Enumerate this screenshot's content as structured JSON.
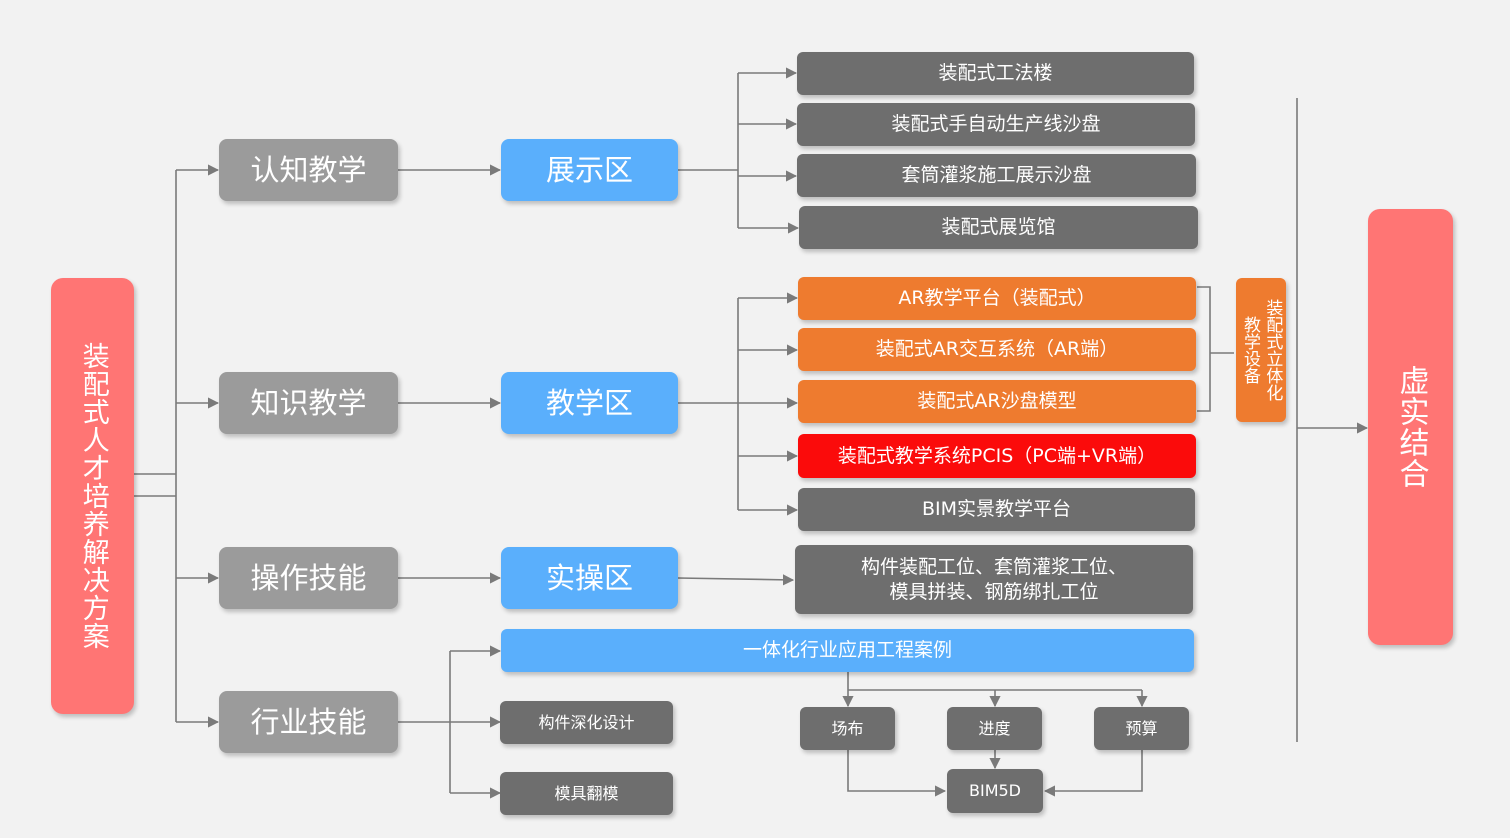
{
  "root": {
    "label": "装配式人才培养解决方案",
    "color": "#ff7574"
  },
  "result": {
    "label": "虚实结合",
    "color": "#ff7574"
  },
  "equipment_tag": {
    "line1": "装配式立体化",
    "line2": "教学设备",
    "color": "#ee7b2f"
  },
  "categories": [
    {
      "label": "认知教学"
    },
    {
      "label": "知识教学"
    },
    {
      "label": "操作技能"
    },
    {
      "label": "行业技能"
    }
  ],
  "zones": [
    {
      "label": "展示区"
    },
    {
      "label": "教学区"
    },
    {
      "label": "实操区"
    }
  ],
  "showcase_items": [
    {
      "label": "装配式工法楼"
    },
    {
      "label": "装配式手自动生产线沙盘"
    },
    {
      "label": "套筒灌浆施工展示沙盘"
    },
    {
      "label": "装配式展览馆"
    }
  ],
  "teaching_items": [
    {
      "label": "AR教学平台（装配式）"
    },
    {
      "label": "装配式AR交互系统（AR端）"
    },
    {
      "label": "装配式AR沙盘模型"
    },
    {
      "label": "装配式教学系统PCIS（PC端+VR端）"
    },
    {
      "label": "BIM实景教学平台"
    }
  ],
  "practice_item": {
    "line1": "构件装配工位、套筒灌浆工位、",
    "line2": "模具拼装、钢筋绑扎工位"
  },
  "industry": {
    "case": "一体化行业应用工程案例",
    "design": "构件深化设计",
    "mold": "模具翻模",
    "layout": "场布",
    "progress": "进度",
    "budget": "预算",
    "bim": "BIM5D"
  },
  "colors": {
    "gray_light": "#9b9b9b",
    "blue": "#5aaffc",
    "gray_dark": "#6e6e6e",
    "orange": "#ee7b2f",
    "bright_red": "#fb0b0b",
    "connector": "#7a7a7a"
  }
}
